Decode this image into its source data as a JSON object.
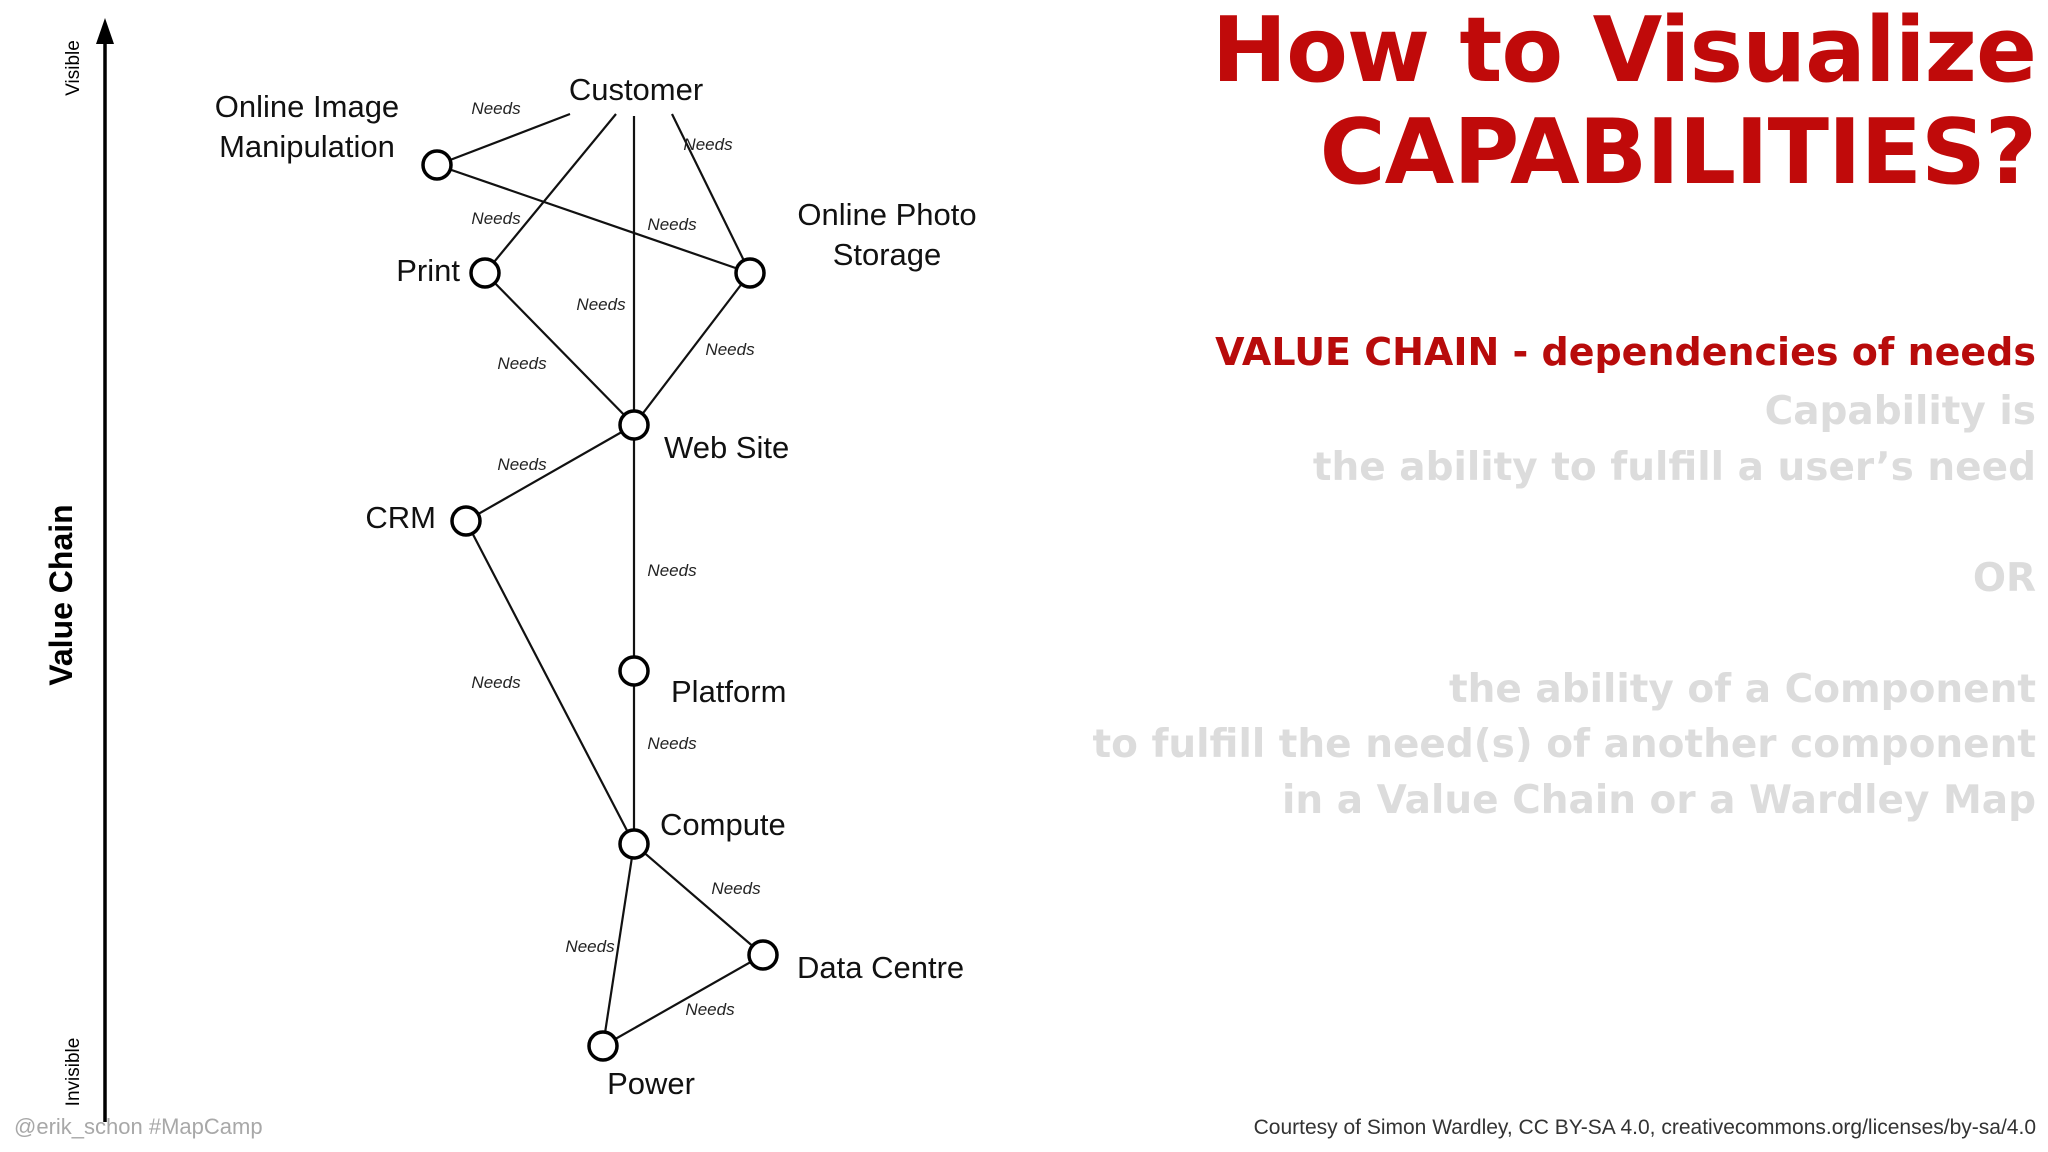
{
  "slide": {
    "title_line1": "How to Visualize",
    "title_line2": "CAPABILITIES?",
    "subtitle": "VALUE CHAIN - dependencies of needs",
    "body_lines": [
      "Capability is",
      "the ability to fulfill a user’s need",
      "",
      "OR",
      "",
      "the ability of a Component",
      "to fulfill the need(s) of another component",
      "in a Value Chain or a Wardley Map"
    ],
    "handle": "@erik_schon #MapCamp",
    "credit": "Courtesy of Simon Wardley, CC BY-SA 4.0, creativecommons.org/licenses/by-sa/4.0",
    "accent_color": "#c00a0a",
    "muted_text_color": "#dcdcdc"
  },
  "diagram": {
    "axis_label": "Value Chain",
    "axis_top_label": "Visible",
    "axis_bottom_label": "Invisible",
    "edge_label": "Needs",
    "nodes": [
      {
        "id": "customer",
        "label": "Customer"
      },
      {
        "id": "online_image",
        "label": "Online Image Manipulation"
      },
      {
        "id": "print",
        "label": "Print"
      },
      {
        "id": "photo_storage",
        "label": "Online Photo Storage"
      },
      {
        "id": "web_site",
        "label": "Web Site"
      },
      {
        "id": "crm",
        "label": "CRM"
      },
      {
        "id": "platform",
        "label": "Platform"
      },
      {
        "id": "compute",
        "label": "Compute"
      },
      {
        "id": "data_centre",
        "label": "Data Centre"
      },
      {
        "id": "power",
        "label": "Power"
      }
    ],
    "edges": [
      {
        "from": "customer",
        "to": "online_image",
        "label": "Needs"
      },
      {
        "from": "customer",
        "to": "print",
        "label": "Needs"
      },
      {
        "from": "customer",
        "to": "web_site",
        "label": "Needs"
      },
      {
        "from": "customer",
        "to": "photo_storage",
        "label": "Needs"
      },
      {
        "from": "online_image",
        "to": "photo_storage",
        "label": "Needs"
      },
      {
        "from": "print",
        "to": "web_site",
        "label": "Needs"
      },
      {
        "from": "photo_storage",
        "to": "web_site",
        "label": "Needs"
      },
      {
        "from": "web_site",
        "to": "crm",
        "label": "Needs"
      },
      {
        "from": "web_site",
        "to": "platform",
        "label": "Needs"
      },
      {
        "from": "crm",
        "to": "compute",
        "label": "Needs"
      },
      {
        "from": "platform",
        "to": "compute",
        "label": "Needs"
      },
      {
        "from": "compute",
        "to": "data_centre",
        "label": "Needs"
      },
      {
        "from": "compute",
        "to": "power",
        "label": "Needs"
      },
      {
        "from": "data_centre",
        "to": "power",
        "label": "Needs"
      }
    ]
  }
}
